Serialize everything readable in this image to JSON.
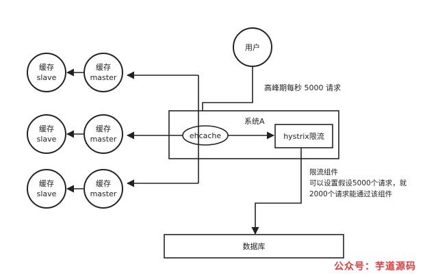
{
  "user": {
    "label": "用户"
  },
  "peak_request_note": "高峰期每秒 5000 请求",
  "system": {
    "label": "系统A"
  },
  "ehcache": {
    "label": "ehcache"
  },
  "hystrix": {
    "label": "hystrix限流"
  },
  "cache_tiers": [
    {
      "master": {
        "line1": "缓存",
        "line2": "master"
      },
      "slave": {
        "line1": "缓存",
        "line2": "slave"
      }
    },
    {
      "master": {
        "line1": "缓存",
        "line2": "master"
      },
      "slave": {
        "line1": "缓存",
        "line2": "slave"
      }
    },
    {
      "master": {
        "line1": "缓存",
        "line2": "master"
      },
      "slave": {
        "line1": "缓存",
        "line2": "slave"
      }
    }
  ],
  "rate_limit_note": {
    "line1": "限流组件",
    "line2": "可以设置假设5000个请求，就",
    "line3": "2000个请求能通过该组件"
  },
  "database": {
    "label": "数据库"
  },
  "watermark": "公众号：芋道源码"
}
